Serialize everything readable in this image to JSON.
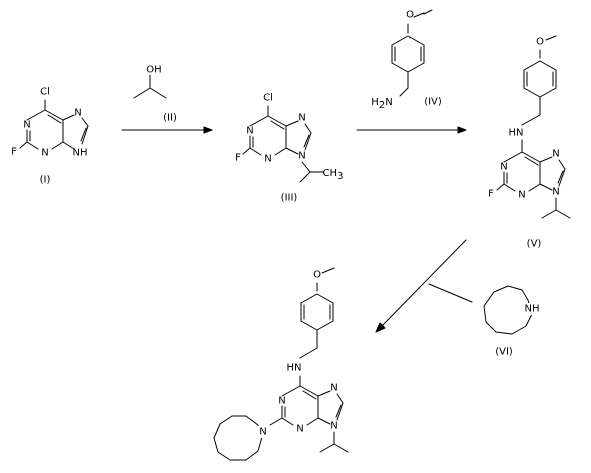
{
  "atoms": {
    "cl": "Cl",
    "f": "F",
    "n": "N",
    "nh": "NH",
    "h": "H",
    "hn": "HN",
    "oh": "OH",
    "o": "O",
    "h2": "H",
    "h2sub": "2",
    "ch3_c": "CH",
    "ch3_sub": "3"
  },
  "labels": {
    "I": "(I)",
    "II": "(II)",
    "III": "(III)",
    "IV": "(IV)",
    "V": "(V)",
    "VI": "(VI)"
  }
}
